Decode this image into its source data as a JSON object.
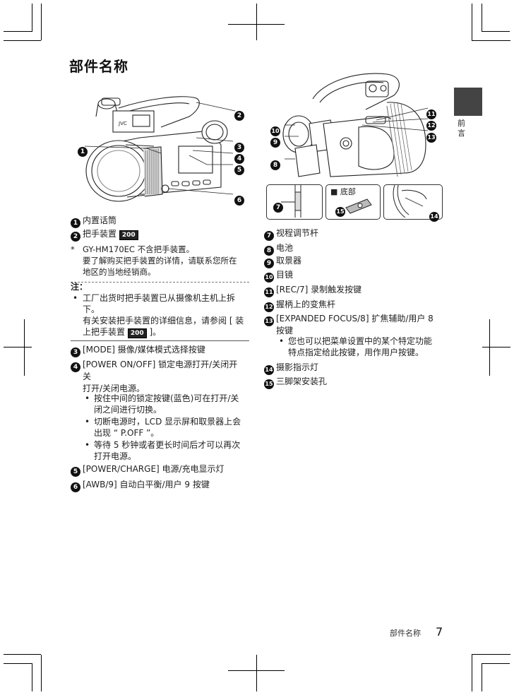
{
  "page_title": "部件名称",
  "side_tab": "前言",
  "footer": {
    "section": "部件名称",
    "page": "7"
  },
  "figure": {
    "bottom_label": "■ 底部"
  },
  "left": {
    "i1": {
      "n": "1",
      "text": "内置话筒"
    },
    "i2": {
      "n": "2",
      "text": "把手装置",
      "badge": "200"
    },
    "note_star": {
      "mark": "*",
      "line1": "GY-HM170EC 不含把手装置。",
      "line2": "要了解购买把手装置的详情，请联系您所在",
      "line3": "地区的当地经销商。"
    },
    "note_head": "注：",
    "note_b1": {
      "line1": "工厂出货时把手装置已从摄像机主机上拆",
      "line2": "下。",
      "line3": "有关安装把手装置的详细信息，请参阅 [ 装",
      "line4a": "上把手装置",
      "badge": "200",
      "line4b": "]。"
    },
    "i3": {
      "n": "3",
      "text": "[MODE] 摄像/媒体模式选择按键"
    },
    "i4": {
      "n": "4",
      "line1": "[POWER ON/OFF] 锁定电源打开/关闭开",
      "line2": "关",
      "line3": "打开/关闭电源。",
      "bullets": [
        {
          "l1": "按住中间的锁定按键(蓝色)可在打开/关",
          "l2": "闭之间进行切换。"
        },
        {
          "l1": "切断电源时，LCD 显示屏和取景器上会",
          "l2": "出现 “ P.OFF ”。"
        },
        {
          "l1": "等待 5 秒钟或者更长时间后才可以再次",
          "l2": "打开电源。"
        }
      ]
    },
    "i5": {
      "n": "5",
      "text": "[POWER/CHARGE] 电源/充电显示灯"
    },
    "i6": {
      "n": "6",
      "text": "[AWB/9] 自动白平衡/用户 9 按键"
    }
  },
  "right": {
    "i7": {
      "n": "7",
      "text": "视程调节杆"
    },
    "i8": {
      "n": "8",
      "text": "电池"
    },
    "i9": {
      "n": "9",
      "text": "取景器"
    },
    "i10": {
      "n": "10",
      "text": "目镜"
    },
    "i11": {
      "n": "11",
      "text": "[REC/7] 录制触发按键"
    },
    "i12": {
      "n": "12",
      "text": "握柄上的变焦杆"
    },
    "i13": {
      "n": "13",
      "line1": "[EXPANDED FOCUS/8] 扩焦辅助/用户 8",
      "line2": "按键",
      "b1": "您也可以把菜单设置中的某个特定功能",
      "b2": "特点指定给此按键，用作用户按键。"
    },
    "i14": {
      "n": "14",
      "text": "摄影指示灯"
    },
    "i15": {
      "n": "15",
      "text": "三脚架安装孔"
    }
  }
}
